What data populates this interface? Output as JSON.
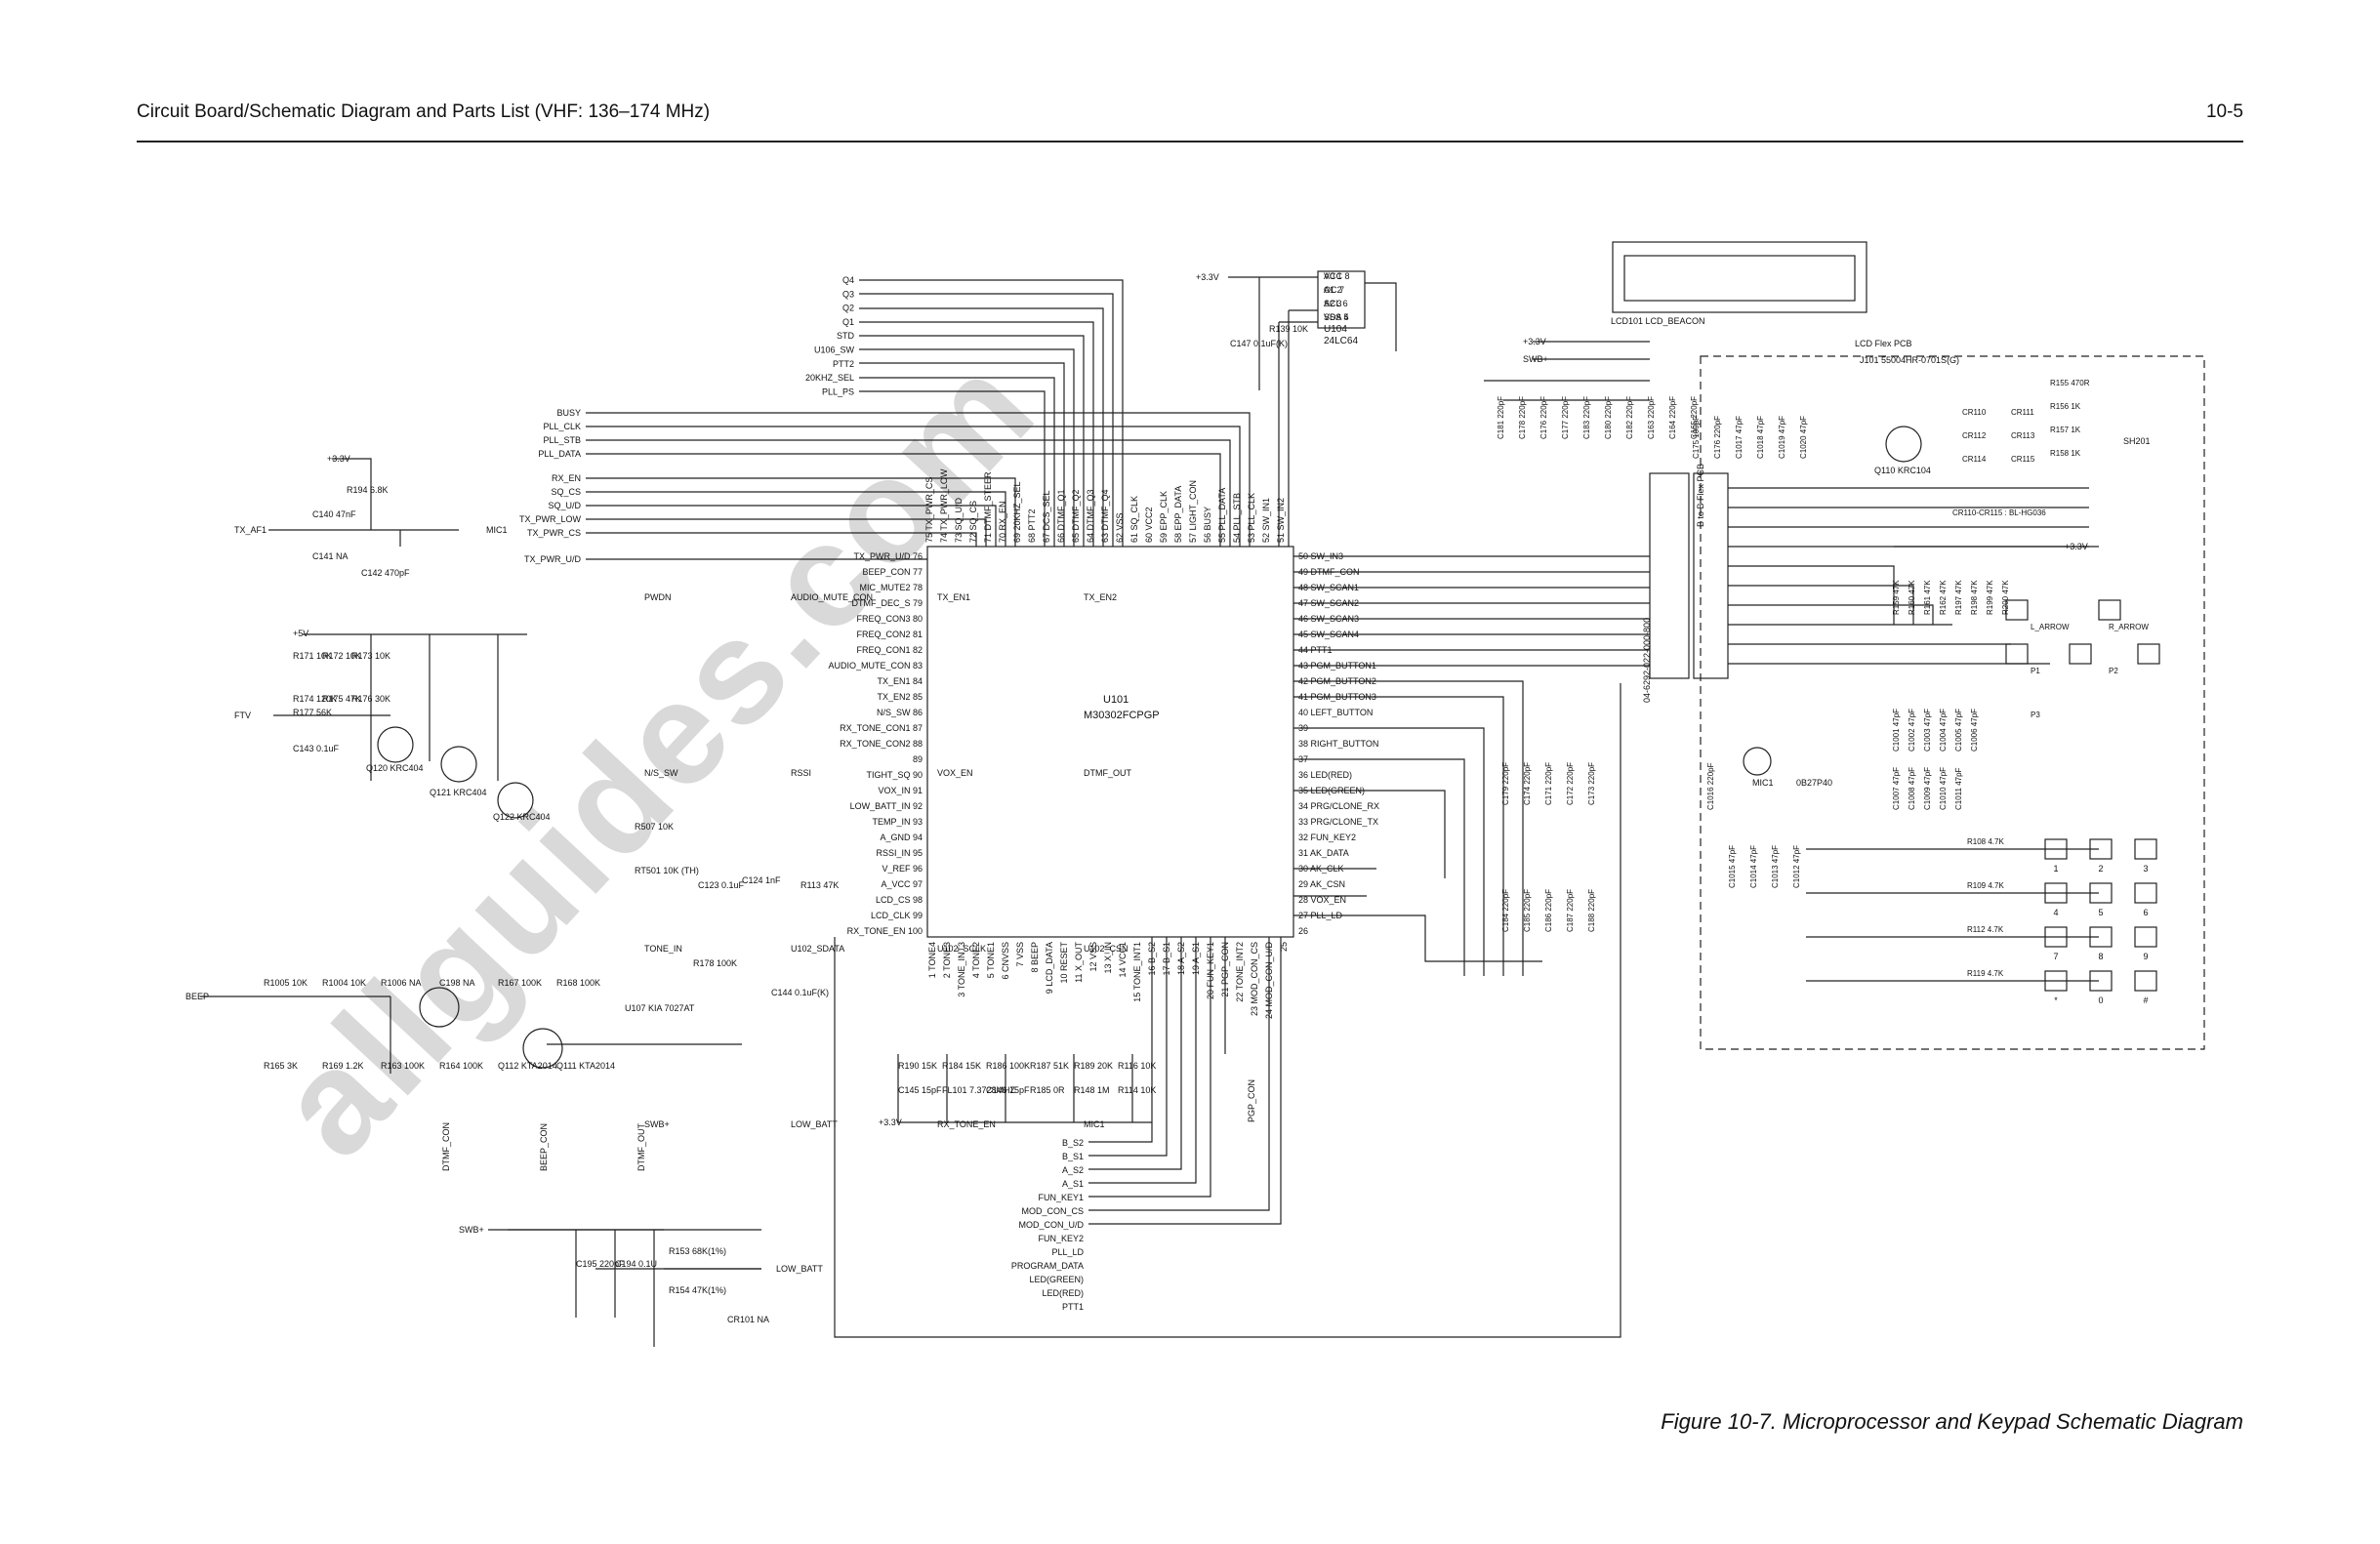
{
  "header": {
    "title": "Circuit Board/Schematic Diagram and Parts List (VHF: 136–174 MHz)",
    "page": "10-5"
  },
  "caption": "Figure 10-7. Microprocessor and Keypad Schematic Diagram",
  "watermark": "allguides.com",
  "mcu": {
    "ref": "U101",
    "part": "M30302FCPGP",
    "left_pins": [
      "TX_PWR_U/D 76",
      "BEEP_CON 77",
      "MIC_MUTE2 78",
      "DTMF_DEC_S 79",
      "FREQ_CON3 80",
      "FREQ_CON2 81",
      "FREQ_CON1 82",
      "AUDIO_MUTE_CON 83",
      "TX_EN1 84",
      "TX_EN2 85",
      "N/S_SW 86",
      "RX_TONE_CON1 87",
      "RX_TONE_CON2 88",
      "89",
      "TIGHT_SQ 90",
      "VOX_IN 91",
      "LOW_BATT_IN 92",
      "TEMP_IN 93",
      "A_GND 94",
      "RSSI_IN 95",
      "V_REF 96",
      "A_VCC 97",
      "LCD_CS 98",
      "LCD_CLK 99",
      "RX_TONE_EN 100"
    ],
    "right_pins": [
      "50 SW_IN3",
      "49 DTMF_CON",
      "48 SW_SCAN1",
      "47 SW_SCAN2",
      "46 SW_SCAN3",
      "45 SW_SCAN4",
      "44 PTT1",
      "43 PGM_BUTTON1",
      "42 PGM_BUTTON2",
      "41 PGM_BUTTON3",
      "40 LEFT_BUTTON",
      "39",
      "38 RIGHT_BUTTON",
      "37",
      "36 LED(RED)",
      "35 LED(GREEN)",
      "34 PRG/CLONE_RX",
      "33 PRG/CLONE_TX",
      "32 FUN_KEY2",
      "31 AK_DATA",
      "30 AK_CLK",
      "29 AK_CSN",
      "28 VOX_EN",
      "27 PLL_LD",
      "26"
    ],
    "top_pins": [
      "75 TX_PWR_CS",
      "74 TX_PWR_LOW",
      "73 SQ_U/D",
      "72 SQ_CS",
      "71 DTMF_STEER",
      "70 RX_EN",
      "69 20KHZ_SEL",
      "68 PTT2",
      "67 DCS_SEL",
      "66 DTMF_Q1",
      "65 DTMF_Q2",
      "64 DTMF_Q3",
      "63 DTMF_Q4",
      "62 VSS",
      "61 SQ_CLK",
      "60 VCC2",
      "59 EPP_CLK",
      "58 EPP_DATA",
      "57 LIGHT_CON",
      "56 BUSY",
      "55 PLL_DATA",
      "54 PLL_STB",
      "53 PLL_CLK",
      "52 SW_IN1",
      "51 SW_IN2"
    ],
    "bottom_pins": [
      "1 TONE4",
      "2 TONE3",
      "3 TONE_INT3",
      "4 TONE2",
      "5 TONE1",
      "6 CNVSS",
      "7 VSS",
      "8 BEEP",
      "9 LCD_DATA",
      "10 RESET",
      "11 X_OUT",
      "12 VSS",
      "13 X_IN",
      "14 VCC1",
      "15 TONE_INT1",
      "16 B_S2",
      "17 B_S1",
      "18 A_S2",
      "19 A_S1",
      "20 FUN_KEY1",
      "21 PGP_CON",
      "22 TONE_INT2",
      "23 MOD_CON_CS",
      "24 MOD_CON_U/D",
      "25"
    ]
  },
  "eeprom": {
    "ref": "U104",
    "part": "24LC64",
    "pins": [
      "VCC 8",
      "OC 7",
      "SCL 6",
      "SDA 5",
      "A0 1",
      "A1 2",
      "A2 3",
      "VSS 4"
    ],
    "supply": "+3.3V",
    "cap": "C147 0.1uF(K)",
    "res": "R139 10K"
  },
  "top_inputs": [
    "Q4",
    "Q3",
    "Q2",
    "Q1",
    "STD",
    "U106_SW",
    "PTT2",
    "20KHZ_SEL",
    "PLL_PS"
  ],
  "left_inputs": [
    "BUSY",
    "PLL_CLK",
    "PLL_STB",
    "PLL_DATA",
    "RX_EN",
    "SQ_CS",
    "SQ_U/D",
    "TX_PWR_LOW",
    "TX_PWR_CS",
    "TX_PWR_U/D"
  ],
  "misc_ports": [
    "PWDN",
    "AUDIO_MUTE_CON",
    "TX_EN1",
    "TX_EN2",
    "N/S_SW",
    "RSSI",
    "VOX_EN",
    "DTMF_OUT",
    "TONE_IN",
    "U102_SDATA",
    "U102_SCLK",
    "U102_CSN",
    "SWB+",
    "LOW_BATT",
    "RX_TONE_EN",
    "MIC1"
  ],
  "bottom_ports": [
    "B_S2",
    "B_S1",
    "A_S2",
    "A_S1",
    "FUN_KEY1",
    "MOD_CON_CS",
    "MOD_CON_U/D",
    "FUN_KEY2",
    "PLL_LD",
    "PROGRAM_DATA",
    "LED(GREEN)",
    "LED(RED)",
    "PTT1"
  ],
  "mic_section": {
    "input": "TX_AF1",
    "supply": "+3.3V",
    "c140": "C140 47nF",
    "c141": "C141 NA",
    "c142": "C142 470pF",
    "r194": "R194 6.8K",
    "output": "MIC1"
  },
  "ftv_section": {
    "input": "FTV",
    "supply": "+5V",
    "resistors": [
      "R171 10K",
      "R172 10K",
      "R173 10K",
      "R174 120K",
      "R175 47K",
      "R176 30K",
      "R177 56K"
    ],
    "c143": "C143 0.1uF",
    "transistors": [
      "Q120 KRC404",
      "Q121 KRC404",
      "Q122 KRC404"
    ]
  },
  "beep_section": {
    "input": "BEEP",
    "parts": [
      "R1005 10K",
      "R1004 10K",
      "R1006 NA",
      "C198 NA",
      "R167 100K",
      "R168 100K",
      "R165 3K",
      "R169 1.2K",
      "R163 100K",
      "R164 100K",
      "Q112 KTA2014",
      "Q111 KTA2014"
    ],
    "ports": [
      "DTMF_CON",
      "BEEP_CON",
      "DTMF_OUT"
    ]
  },
  "reset_section": {
    "ic": "U107 KIA 7027AT",
    "r178": "R178 100K",
    "c144": "C144 0.1uF(K)"
  },
  "rssi_section": {
    "r507": "R507 10K",
    "rt501": "RT501 10K (TH)",
    "c123": "C123 0.1uF",
    "c124": "C124 1nF",
    "r113": "R113 47K"
  },
  "clock_section": {
    "parts": [
      "R190 15K",
      "R184 15K",
      "R186 100K",
      "R187 51K",
      "R189 20K",
      "R116 10K",
      "C145 15pF",
      "FL101 7.3728MHZ",
      "C146 15pF",
      "R185 0R",
      "R148 1M",
      "R114 10K"
    ],
    "supply": "+3.3V"
  },
  "pgp_port": "PGP_CON",
  "batt_section": {
    "supply": "SWB+",
    "c195": "C195 220pF",
    "c194": "C194 0.1U",
    "r153": "R153 68K(1%)",
    "r154": "R154 47K(1%)",
    "cr101": "CR101 NA",
    "output": "LOW_BATT"
  },
  "right_block": {
    "lcd": "LCD101 LCD_BEACON",
    "lcd_label": "LCD",
    "flex": "Flex PCB",
    "connector": "J101 55004HR-0701S(G)",
    "board_conn": "04-6292-022-000-800",
    "b_to_b": "B to B Flex PCB",
    "supply_labels": [
      "+3.3V",
      "SWB+"
    ],
    "c_caps_left": [
      "C181 220pF",
      "C178 220pF",
      "C176 220pF",
      "C177 220pF"
    ],
    "c_caps_mid": [
      "C183 220pF",
      "C180 220pF",
      "C182 220pF"
    ],
    "c_caps_bot": [
      "C179 220pF",
      "C174 220pF",
      "C171 220pF",
      "C172 220pF",
      "C173 220pF"
    ],
    "c_caps_bot2": [
      "C184 220pF",
      "C185 220pF",
      "C186 220pF",
      "C187 220pF",
      "C188 220pF"
    ],
    "c_caps_mid2": [
      "C163 220pF",
      "C164 220pF",
      "C165 220pF"
    ],
    "transistor": "Q110 KRC104",
    "leds": [
      "CR110",
      "CR111",
      "CR112",
      "CR113",
      "CR114",
      "CR115"
    ],
    "led_part": "CR110-CR115 : BL-HG036",
    "led_resistors": [
      "R155 470R",
      "R156 1K",
      "R157 1K",
      "R158 1K"
    ],
    "antenna": "SH201",
    "mic": "MIC1",
    "mic_part": "0B27P40",
    "mic_caps": [
      "C1016 220pF",
      "C1015 47pF",
      "C1014 47pF",
      "C1013 47pF",
      "C1012 47pF"
    ],
    "pull_ups": [
      "R159 47K",
      "R160 47K",
      "R161 47K",
      "R162 47K",
      "R197 47K",
      "R198 47K",
      "R199 47K",
      "R200 47K"
    ],
    "pull_up_supply": "+3.3V",
    "buttons": [
      "L_ARROW",
      "R_ARROW",
      "P1",
      "P2",
      "P3"
    ],
    "key_caps": [
      "C1001 47pF",
      "C1002 47pF",
      "C1003 47pF",
      "C1004 47pF",
      "C1005 47pF",
      "C1006 47pF",
      "C1007 47pF",
      "C1008 47pF",
      "C1009 47pF",
      "C1010 47pF",
      "C1011 47pF"
    ],
    "row_resistors": [
      "R108 4.7K",
      "R109 4.7K",
      "R112 4.7K",
      "R119 4.7K"
    ],
    "keypad": [
      "1",
      "2",
      "3",
      "4",
      "5",
      "6",
      "7",
      "8",
      "9",
      "*",
      "0",
      "#"
    ],
    "caps_c175": [
      "C175 100pF",
      "C176 220pF",
      "C1017 47pF",
      "C1018 47pF",
      "C1019 47pF",
      "C1020 47pF"
    ]
  }
}
